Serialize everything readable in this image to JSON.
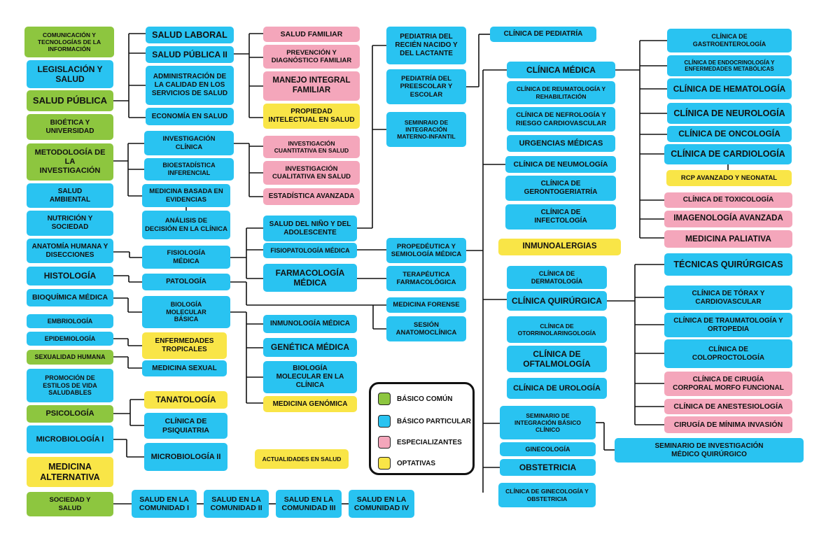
{
  "colors": {
    "green": "#8dc63f",
    "blue": "#29c3f1",
    "pink": "#f4a6bb",
    "yellow": "#f9e547",
    "line": "#111111"
  },
  "legend": {
    "basico_comun": "BÁSICO COMÚN",
    "basico_particular": "BÁSICO PARTICULAR",
    "especializantes": "ESPECIALIZANTES",
    "optativas": "OPTATIVAS"
  },
  "col1": {
    "comunicacion": "COMUNICACIÓN Y\nTECNOLOGÍAS DE LA\nINFORMACIÓN",
    "legislacion": "LEGISLACIÓN Y\nSALUD",
    "salud_publica": "SALUD PÚBLICA",
    "bioetica": "BIOÉTICA Y\nUNIVERSIDAD",
    "metodologia": "METODOLOGÍA DE\nLA\nINVESTIGACIÓN",
    "salud_ambiental": "SALUD\nAMBIENTAL",
    "nutricion": "NUTRICIÓN Y\nSOCIEDAD",
    "anatomia": "ANATOMÍA HUMANA Y\nDISECCIONES",
    "histologia": "HISTOLOGÍA",
    "bioquimica": "BIOQUÍMICA MÉDICA",
    "embriologia": "EMBRIOLOGÍA",
    "epidemiologia": "EPIDEMIOLOGÍA",
    "sexualidad": "SEXUALIDAD HUMANA",
    "promocion": "PROMOCIÓN DE\nESTILOS DE VIDA\nSALUDABLES",
    "psicologia": "PSICOLOGÍA",
    "microbiologia1": "MICROBIOLOGÍA I",
    "medicina_alternativa": "MEDICINA\nALTERNATIVA",
    "sociedad_salud": "SOCIEDAD     Y\nSALUD"
  },
  "col2": {
    "salud_laboral": "SALUD LABORAL",
    "salud_publica2": "SALUD PÚBLICA II",
    "administracion": "ADMINISTRACIÓN DE\nLA CALIDAD EN LOS\nSERVICIOS DE SALUD",
    "economia": "ECONOMÍA EN SALUD",
    "inv_clinica": "INVESTIGACIÓN\nCLÍNICA",
    "bioestadistica": "BIOESTADÍSTICA\nINFERENCIAL",
    "med_evidencias": "MEDICINA BASADA EN\nEVIDENCIAS",
    "analisis": "ANÁLISIS DE\nDECISIÓN EN LA CLÍNICA",
    "fisiologia": "FISIOLOGÍA\nMÉDICA",
    "patologia": "PATOLOGÍA",
    "biologia_basica": "BIOLOGÍA\nMOLECULAR\nBÁSICA",
    "enf_tropicales": "ENFERMEDADES\nTROPICALES",
    "med_sexual": "MEDICINA SEXUAL",
    "tanatologia": "TANATOLOGÍA",
    "psiquiatria": "CLÍNICA DE\nPSIQUIATRIA",
    "microbiologia2": "MICROBIOLOGÍA II",
    "comunidad1": "SALUD EN LA\nCOMUNIDAD I",
    "comunidad2": "SALUD EN LA\nCOMUNIDAD II",
    "comunidad3": "SALUD EN LA\nCOMUNIDAD III",
    "comunidad4": "SALUD EN LA\nCOMUNIDAD IV"
  },
  "col3": {
    "salud_familiar": "SALUD FAMILIAR",
    "prevencion": "PREVENCIÓN Y\nDIAGNÓSTICO FAMILIAR",
    "manejo": "MANEJO INTEGRAL\nFAMILIAR",
    "propiedad": "PROPIEDAD\nINTELECTUAL EN SALUD",
    "inv_cuantitativa": "INVESTIGACIÓN\nCUANTITATIVA EN SALUD",
    "inv_cualitativa": "INVESTIGACIÓN\nCUALITATIVA EN SALUD",
    "estadistica": "ESTADÍSTICA AVANZADA",
    "nino_adolescente": "SALUD DEL NIÑO Y DEL\nADOLESCENTE",
    "fisiopatologia": "FISIOPATOLOGÍA MÉDICA",
    "farmacologia": "FARMACOLOGÍA\nMÉDICA",
    "inmunologia": "INMUNOLOGÍA MÉDICA",
    "genetica": "GENÉTICA MÉDICA",
    "biologia_clinica": "BIOLOGÍA\nMOLECULAR EN LA\nCLÍNICA",
    "med_genomica": "MEDICINA GENÓMICA",
    "actualidades": "ACTUALIDADES EN SALUD"
  },
  "col4": {
    "pediatria_rn": "PEDIATRIA DEL\nRECIÉN NACIDO  Y\nDEL LACTANTE",
    "pediatria_pre": "PEDIATRÍA DEL\nPREESCOLAR Y\nESCOLAR",
    "seminario_mi": "SEMINRAIO DE\nINTEGRACIÓN\nMATERNO-INFANTIL",
    "propedeutica": "PROPEDÉUTICA Y\nSEMIOLOGÍA MÉDICA",
    "terapeutica": "TERAPÉUTICA\nFARMACOLÓGICA",
    "forense": "MEDICINA FORENSE",
    "sesion": "SESIÓN\nANATOMOCLÍNICA",
    "cl_pediatria": "CLÍNICA DE PEDIATRÍA"
  },
  "col5": {
    "cl_medica": "CLÍNICA MÉDICA",
    "reumatologia": "CLÍNICA DE REUMATOLOGÍA Y\nREHABILITACIÓN",
    "nefrologia": "CLÍNICA DE NEFROLOGÍA Y\nRIESGO CARDIOVASCULAR",
    "urgencias": "URGENCIAS MÉDICAS",
    "neumologia": "CLÍNICA DE NEUMOLOGÍA",
    "gerontogeriatria": "CLÍNICA DE\nGERONTOGERIATRÍA",
    "infectologia": "CLÍNICA DE\nINFECTOLOGÍA",
    "inmunoalergias": "INMUNOALERGIAS",
    "dermatologia": "CLÍNICA DE\nDERMATOLOGÍA",
    "quirurgica": "CLÍNICA QUIRÚRGICA",
    "otorrino": "CLÍNICA DE\nOTORRINOLARINGOLOGÍA",
    "oftalmologia": "CLÍNICA DE\nOFTALMOLOGÍA",
    "urologia": "CLÍNICA DE UROLOGÍA",
    "seminario_bc": "SEMINARIO DE\nINTEGRACIÓN BÁSICO\nCLÍNICO",
    "ginecologia": "GINECOLOGÍA",
    "obstetricia": "OBSTETRICIA",
    "gineco_obst": "CLÍNICA DE GINECOLOGÍA Y\nOBSTETRICIA"
  },
  "col6": {
    "gastro": "CLÍNICA DE\nGASTROENTEROLOGÍA",
    "endocrino": "CLÍNICA DE ENDOCRINOLOGÍA Y\nENFERMEDADES METABÓLICAS",
    "hematologia": "CLÍNICA DE HEMATOLOGÍA",
    "neurologia": "CLÍNICA DE NEUROLOGÍA",
    "oncologia": "CLÍNICA DE ONCOLOGÍA",
    "cardiologia": "CLÍNICA DE CARDIOLOGÍA",
    "rcp": "RCP AVANZADO Y NEONATAL",
    "toxicologia": "CLÍNICA DE TOXICOLOGÍA",
    "imagenologia": "IMAGENOLOGÍA  AVANZADA",
    "paliativa": "MEDICINA PALIATIVA",
    "tecnicas": "TÉCNICAS QUIRÚRGICAS",
    "torax": "CLÍNICA DE TÓRAX Y\nCARDIOVASCULAR",
    "traumatologia": "CLÍNICA DE TRAUMATOLOGÍA Y\nORTOPEDIA",
    "coloproctologia": "CLÍNICA DE\nCOLOPROCTOLOGÍA",
    "morfo": "CLÍNICA DE CIRUGÍA\nCORPORAL MORFO FUNCIONAL",
    "anestesiologia": "CLÍNICA DE ANESTESIOLOGÍA",
    "minima": "CIRUGÍA DE MÍNIMA INVASIÓN",
    "seminario_mq": "SEMINARIO DE INVESTIGACIÓN\nMÉDICO  QUIRÚRGICO"
  }
}
